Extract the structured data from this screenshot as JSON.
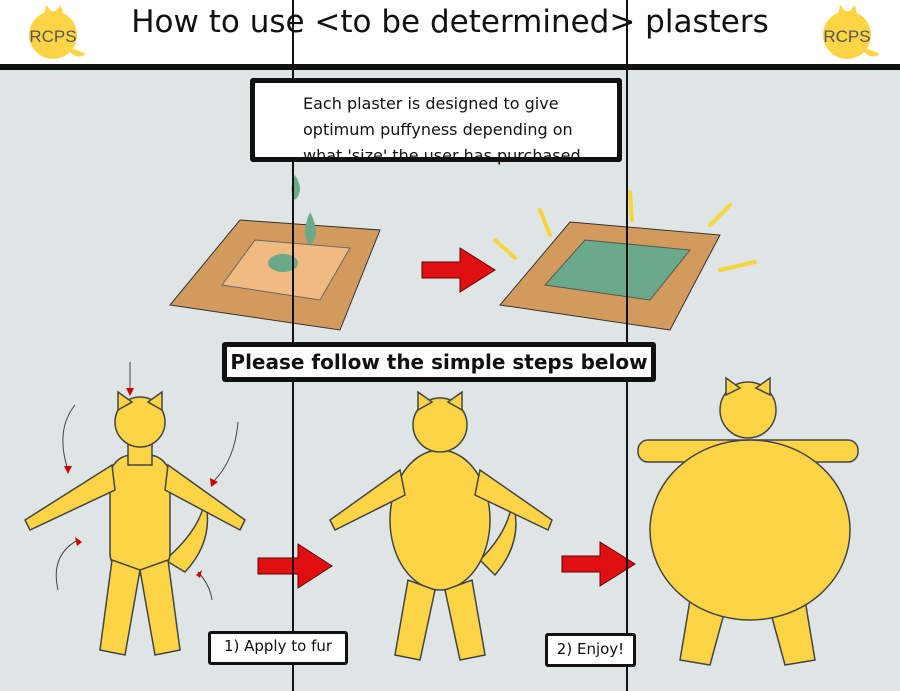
{
  "header": {
    "title": "How to use <to be determined> plasters",
    "logo_text": "RCPS"
  },
  "info_box": {
    "lines": [
      "Each plaster is designed to give",
      "optimum puffyness depending on",
      "what 'size' the user has purchased."
    ]
  },
  "steps_heading": "Please follow the simple steps below",
  "steps": [
    {
      "label": "1) Apply to fur"
    },
    {
      "label": "2) Enjoy!"
    }
  ],
  "colors": {
    "background": "#dfe5e5",
    "fur": "#fdd445",
    "plaster": "#d39a5e",
    "gel": "#6aaa8a",
    "arrow": "#e01010"
  }
}
